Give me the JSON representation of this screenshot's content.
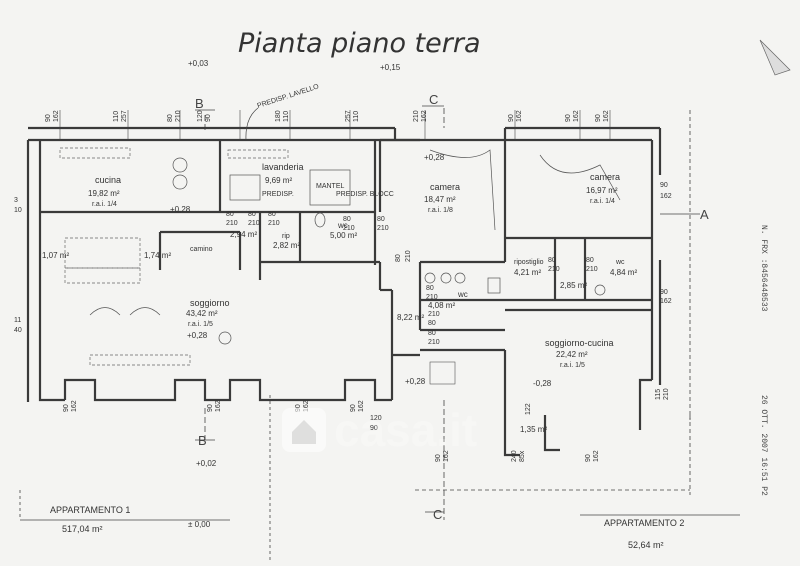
{
  "title": "Pianta piano terra",
  "levels": [
    "+0,03",
    "+0,15",
    "+0,28",
    "+0,28",
    "+0,28",
    "+0,28",
    "-0,28",
    "+0,02",
    "± 0,00"
  ],
  "section_marks": [
    "B",
    "C",
    "A",
    "B",
    "C"
  ],
  "annotations": [
    "PREDISP. LAVELLO",
    "PREDISP.",
    "MANTEL",
    "PREDISP. BLOCC"
  ],
  "rooms": [
    {
      "name": "cucina",
      "area": "19,82 m²",
      "rai": "r.a.i. 1/4"
    },
    {
      "name": "lavanderia",
      "area": "9,69 m²",
      "rai": ""
    },
    {
      "name": "camera",
      "area": "18,47 m²",
      "rai": "r.a.i. 1/8"
    },
    {
      "name": "camera",
      "area": "16,97 m²",
      "rai": "r.a.i. 1/4"
    },
    {
      "name": "camino",
      "area": "",
      "rai": ""
    },
    {
      "name": "wc",
      "area": "5,00 m²",
      "rai": ""
    },
    {
      "name": "rip",
      "area": "2,82 m²",
      "rai": ""
    },
    {
      "name": "soggiorno",
      "area": "43,42 m²",
      "rai": "r.a.i. 1/5"
    },
    {
      "name": "wc",
      "area": "4,08 m²",
      "rai": ""
    },
    {
      "name": "ripostiglio",
      "area": "4,21 m²",
      "rai": ""
    },
    {
      "name": "wc",
      "area": "4,84 m²",
      "rai": ""
    },
    {
      "name": "soggiorno-cucina",
      "area": "22,42 m²",
      "rai": "r.a.i. 1/5"
    }
  ],
  "small_areas": [
    "1,07 m²",
    "1,74 m²",
    "2,94 m²",
    "8,22 m²",
    "2,85 m²",
    "1,35 m²"
  ],
  "dims": [
    "90",
    "162",
    "110",
    "257",
    "80",
    "210",
    "120",
    "90",
    "180",
    "110",
    "257",
    "110",
    "210",
    "162",
    "90",
    "162",
    "90",
    "162",
    "90",
    "162",
    "80",
    "210",
    "80",
    "210",
    "80",
    "210",
    "80",
    "210",
    "80",
    "210",
    "80",
    "210",
    "80",
    "210",
    "80",
    "210",
    "80",
    "210",
    "80",
    "210",
    "80",
    "210",
    "90",
    "162",
    "90",
    "162",
    "90",
    "162",
    "120",
    "90",
    "90",
    "162",
    "90",
    "162",
    "90",
    "162",
    "90",
    "162",
    "90",
    "162",
    "115",
    "210",
    "240",
    "85x",
    "122"
  ],
  "apartments": [
    {
      "label": "APPARTAMENTO 1",
      "area": "517,04 m²"
    },
    {
      "label": "APPARTAMENTO 2",
      "area": "52,64 m²"
    }
  ],
  "side_left": [
    "3",
    "10",
    "11",
    "40"
  ],
  "side_stamp": "N. FRX :8456448533",
  "side_date": "26 OTT. 2007 16:51   P2",
  "watermark": "casa.it",
  "colors": {
    "paper": "#f4f4f2",
    "line": "#3a3a3a"
  }
}
